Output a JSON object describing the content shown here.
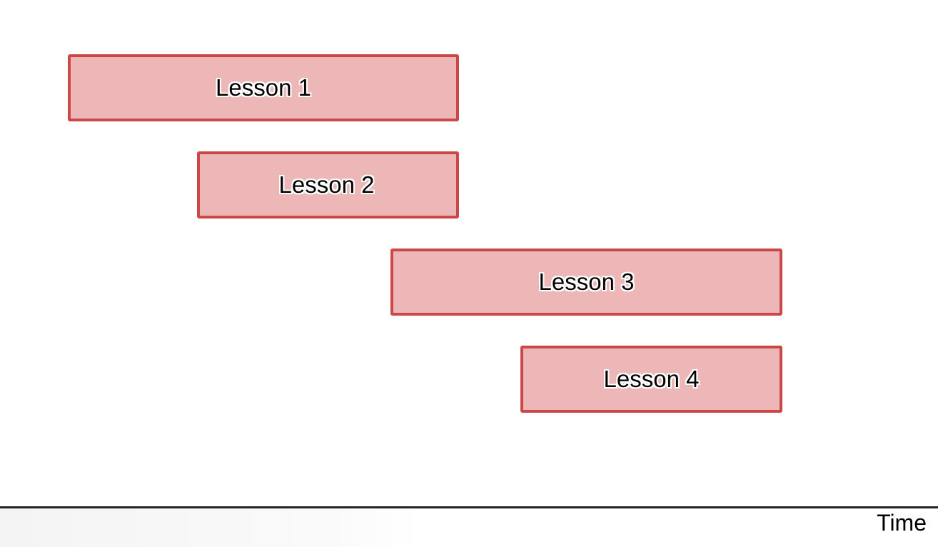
{
  "diagram": {
    "lessons": [
      {
        "label": "Lesson 1"
      },
      {
        "label": "Lesson 2"
      },
      {
        "label": "Lesson 3"
      },
      {
        "label": "Lesson 4"
      }
    ],
    "axis": {
      "label": "Time"
    }
  },
  "colors": {
    "bar_fill": "#edb6b7",
    "bar_border": "#cc4848",
    "axis_line": "#222222",
    "background": "#ffffff"
  }
}
